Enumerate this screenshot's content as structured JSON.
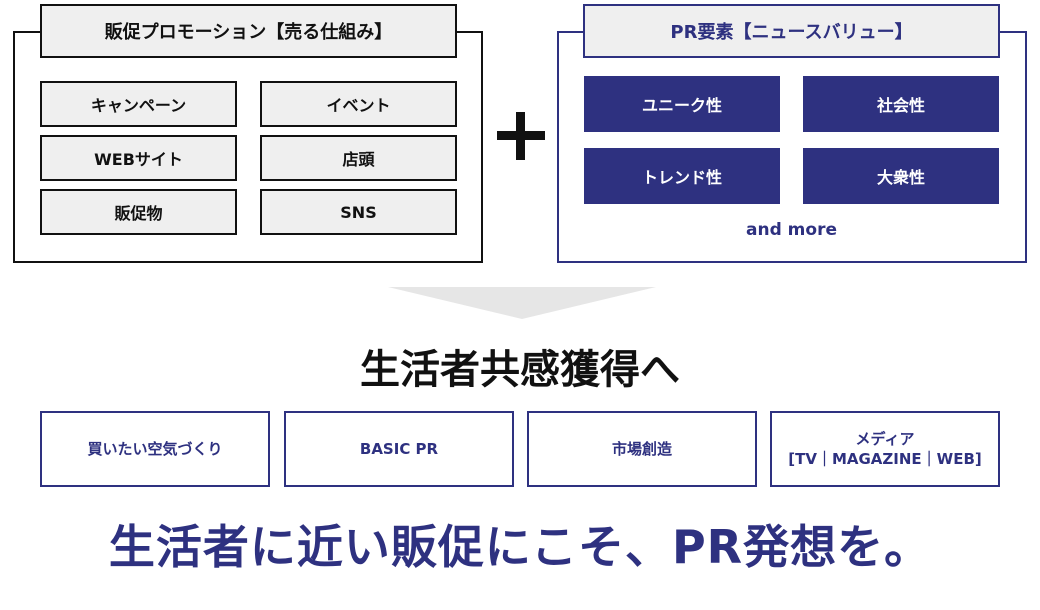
{
  "promotion": {
    "title": "販促プロモーション【売る仕組み】",
    "items": [
      "キャンペーン",
      "イベント",
      "WEBサイト",
      "店頭",
      "販促物",
      "SNS"
    ]
  },
  "pr_elements": {
    "title": "PR要素【ニュースバリュー】",
    "items": [
      "ユニーク性",
      "社会性",
      "トレンド性",
      "大衆性"
    ],
    "more": "and more"
  },
  "heading": "生活者共感獲得へ",
  "outcomes": [
    {
      "line1": "買いたい空気づくり",
      "line2": ""
    },
    {
      "line1": "BASIC PR",
      "line2": ""
    },
    {
      "line1": "市場創造",
      "line2": ""
    },
    {
      "line1": "メディア",
      "line2": "[TV｜MAGAZINE｜WEB]"
    }
  ],
  "tagline": "生活者に近い販促にこそ、PR発想を。",
  "colors": {
    "navy": "#2e3180",
    "black": "#111111",
    "light_gray": "#efefef",
    "arrow_gray": "#e6e6e6"
  }
}
